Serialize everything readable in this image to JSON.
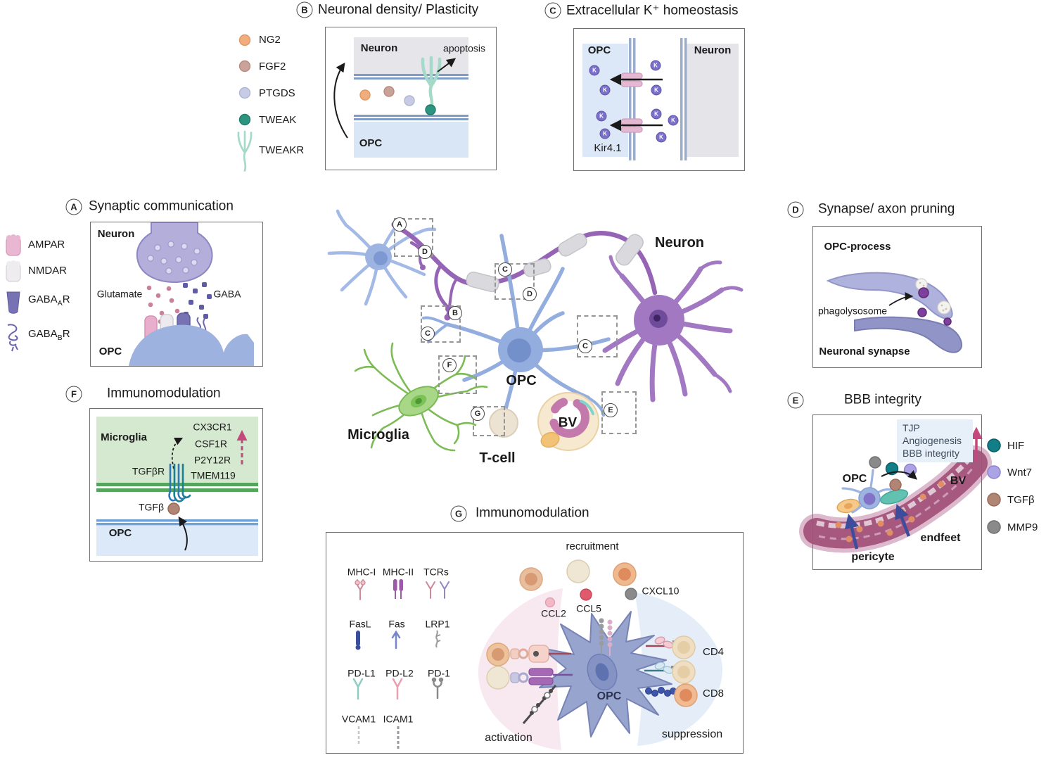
{
  "colors": {
    "opc_blue": "#93ADDE",
    "neuron_purple": "#A378C2",
    "axon_purple": "#9664B4",
    "microglia_green": "#A9D788",
    "myelin_gray": "#D9D9DE",
    "tcell_cream": "#ECE3D3",
    "vessel_pink": "#C379AC",
    "k_ion_purple": "#7A6FC9",
    "tweak_teal": "#2D9480",
    "tweakr_mint": "#A5D9C8",
    "pink_arrow": "#B5537A",
    "membrane_blue": "#7E9CC8",
    "microglia_membrane": "#55A55C",
    "opc_region": "#D9E6F6",
    "neuron_region": "#E5E5EA",
    "microglia_region": "#D5E8D0",
    "fan_pink": "#F8E9F1",
    "fan_blue": "#E5EEF8"
  },
  "central": {
    "labels": {
      "neuron": "Neuron",
      "opc": "OPC",
      "microglia": "Microglia",
      "tcell": "T-cell",
      "bv": "BV"
    },
    "badges": [
      "A",
      "D",
      "C",
      "D",
      "B",
      "C",
      "C",
      "F",
      "G",
      "E"
    ]
  },
  "panels": {
    "A": {
      "badge": "A",
      "title": "Synaptic communication",
      "legend": [
        {
          "pre": "AMPAR",
          "sub": "",
          "post": ""
        },
        {
          "pre": "NMDAR",
          "sub": "",
          "post": ""
        },
        {
          "pre": "GABA",
          "sub": "A",
          "post": "R"
        },
        {
          "pre": "GABA",
          "sub": "B",
          "post": "R"
        }
      ],
      "labels": {
        "neuron": "Neuron",
        "glutamate": "Glutamate",
        "gaba": "GABA",
        "opc": "OPC"
      }
    },
    "B": {
      "badge": "B",
      "title": "Neuronal density/ Plasticity",
      "legend": [
        "NG2",
        "FGF2",
        "PTGDS",
        "TWEAK",
        "TWEAKR"
      ],
      "labels": {
        "neuron": "Neuron",
        "apoptosis": "apoptosis",
        "opc": "OPC"
      }
    },
    "C": {
      "badge": "C",
      "title": "Extracellular K⁺ homeostasis",
      "ion_label": "K",
      "labels": {
        "opc": "OPC",
        "neuron": "Neuron",
        "channel": "Kir4.1"
      }
    },
    "D": {
      "badge": "D",
      "title": "Synapse/ axon pruning",
      "labels": {
        "opc_process": "OPC-process",
        "phagolysosome": "phagolysosome",
        "neuronal_synapse": "Neuronal synapse"
      }
    },
    "E": {
      "badge": "E",
      "title": "BBB integrity",
      "effects": [
        "TJP",
        "Angiogenesis",
        "BBB integrity"
      ],
      "labels": {
        "opc": "OPC",
        "bv": "BV",
        "endfeet": "endfeet",
        "pericyte": "pericyte"
      },
      "legend": [
        "HIF",
        "Wnt7",
        "TGFβ",
        "MMP9"
      ]
    },
    "F": {
      "badge": "F",
      "title": "Immunomodulation",
      "genes": [
        "CX3CR1",
        "CSF1R",
        "P2Y12R",
        "TMEM119"
      ],
      "labels": {
        "microglia": "Microglia",
        "tgfbr": "TGFβR",
        "tgfb": "TGFβ",
        "opc": "OPC"
      }
    },
    "G": {
      "badge": "G",
      "title": "Immunomodulation",
      "legend_rows": [
        [
          "MHC-I",
          "MHC-II",
          "TCRs"
        ],
        [
          "FasL",
          "Fas",
          "LRP1"
        ],
        [
          "PD-L1",
          "PD-L2",
          "PD-1"
        ],
        [
          "VCAM1",
          "ICAM1"
        ]
      ],
      "labels": {
        "recruitment": "recruitment",
        "ccl2": "CCL2",
        "ccl5": "CCL5",
        "cxcl10": "CXCL10",
        "cd4": "CD4",
        "cd8": "CD8",
        "activation": "activation",
        "suppression": "suppression",
        "opc": "OPC"
      }
    }
  }
}
